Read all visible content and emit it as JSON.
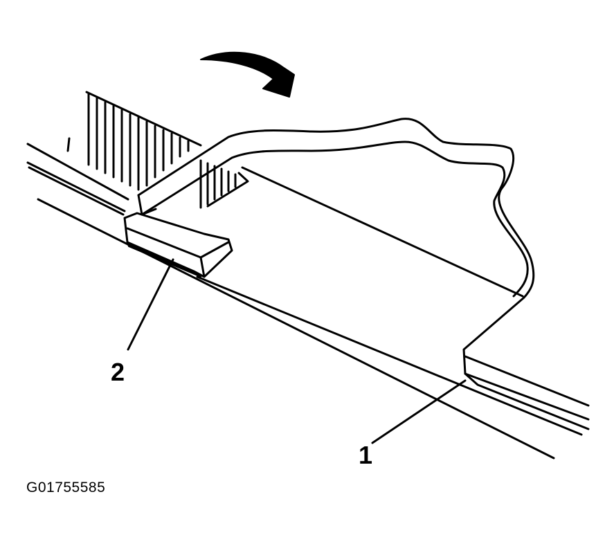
{
  "callouts": {
    "one": "1",
    "two": "2"
  },
  "figure_id": "G01755585",
  "icons": {
    "arrow": "curved-arrow-icon"
  },
  "colors": {
    "ink": "#000000",
    "paper": "#ffffff"
  }
}
